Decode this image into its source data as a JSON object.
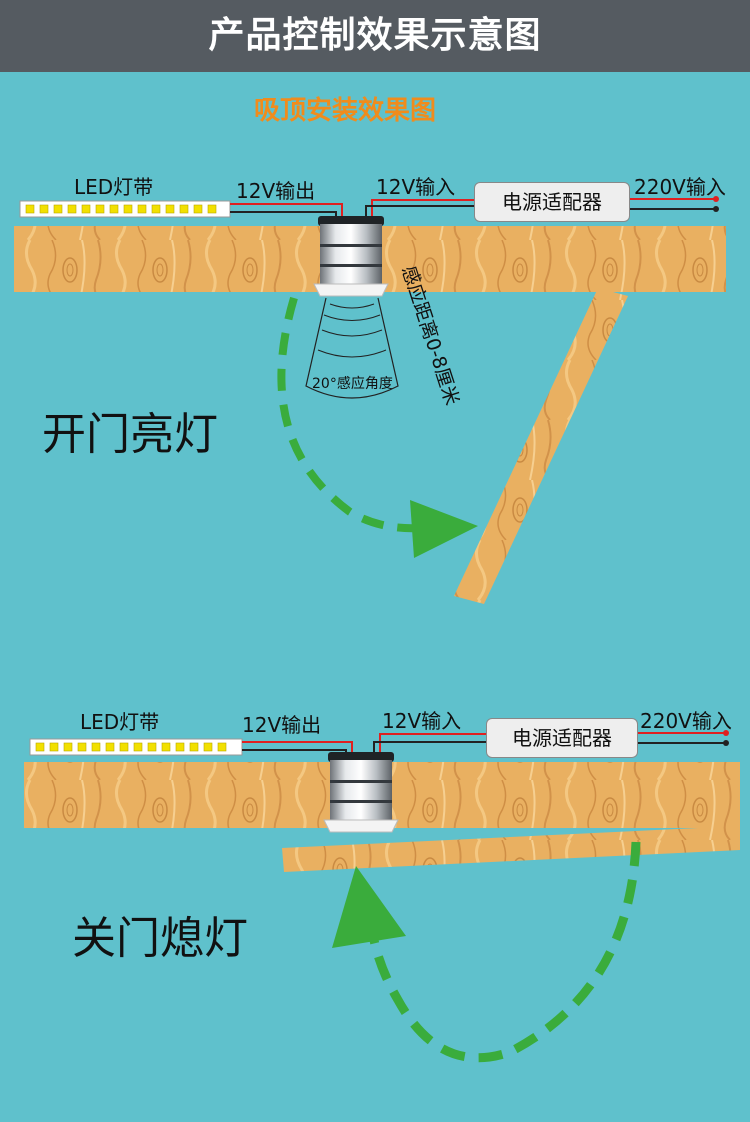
{
  "header": {
    "title": "产品控制效果示意图"
  },
  "subtitle": "吸顶安装效果图",
  "top": {
    "led_strip_label": "LED灯带",
    "out_label": "12V输出",
    "in_label": "12V输入",
    "adapter_label": "电源适配器",
    "mains_label": "220V输入",
    "distance_label": "感应距离0-8厘米",
    "angle_label": "20°感应角度",
    "state_label": "开门亮灯"
  },
  "bottom": {
    "led_strip_label": "LED灯带",
    "out_label": "12V输出",
    "in_label": "12V输入",
    "adapter_label": "电源适配器",
    "mains_label": "220V输入",
    "state_label": "关门熄灯"
  },
  "colors": {
    "background": "#5fc1cc",
    "header": "#555b61",
    "subtitle": "#f08c1c",
    "wood": "#e9b061",
    "arrow": "#3aac3c",
    "wire_red": "#e02020"
  }
}
